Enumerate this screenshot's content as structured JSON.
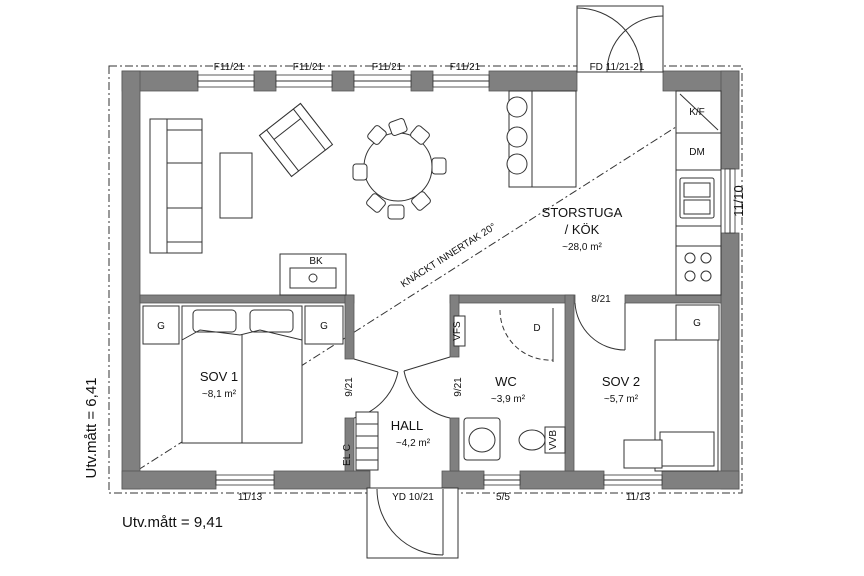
{
  "labels": {
    "windows_top": [
      "F11/21",
      "F11/21",
      "F11/21",
      "F11/21"
    ],
    "door_front": "FD 11/21-21",
    "window_right": "11/10",
    "window_bottom_left": "11/13",
    "window_bottom_right": "11/13",
    "door_entry": "YD 10/21",
    "window_wc": "5/5",
    "door_hall_sov1": "9/21",
    "door_hall_wc": "9/21",
    "door_sov2": "8/21",
    "kf": "K/F",
    "dm": "DM",
    "bk": "BK",
    "vfs": "VFS",
    "vvb": "VVB",
    "elc": "EL C",
    "d": "D",
    "g_sov1_left": "G",
    "g_sov1_right": "G",
    "g_sov2": "G",
    "roof_note": "KNÄCKT INNERTAK 20°",
    "dim_width": "Utv.mått = 9,41",
    "dim_height": "Utv.mått = 6,41"
  },
  "rooms": {
    "storstuga": {
      "name_line1": "STORSTUGA",
      "name_line2": "/ KÖK",
      "area": "~28,0 m²"
    },
    "sov1": {
      "name": "SOV 1",
      "area": "~8,1 m²"
    },
    "hall": {
      "name": "HALL",
      "area": "~4,2 m²"
    },
    "wc": {
      "name": "WC",
      "area": "~3,9 m²"
    },
    "sov2": {
      "name": "SOV 2",
      "area": "~5,7 m²"
    }
  }
}
